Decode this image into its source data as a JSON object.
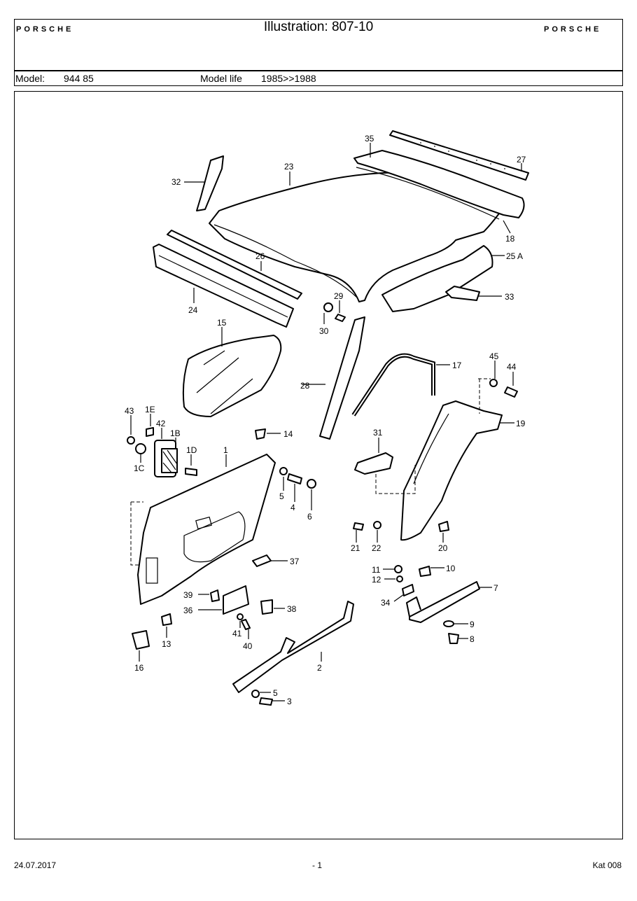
{
  "header": {
    "brand_left": "PORSCHE",
    "brand_right": "PORSCHE",
    "title": "Illustration: 807-10",
    "model_label": "Model:",
    "model_value": "944 85",
    "model_life_label": "Model life",
    "model_life_value": "1985>>1988"
  },
  "callouts": {
    "c1": "1",
    "c1b": "1B",
    "c1c": "1C",
    "c1d": "1D",
    "c1e": "1E",
    "c2": "2",
    "c3": "3",
    "c4": "4",
    "c5a": "5",
    "c5b": "5",
    "c6": "6",
    "c7": "7",
    "c8": "8",
    "c9": "9",
    "c10": "10",
    "c11": "11",
    "c12": "12",
    "c13": "13",
    "c14": "14",
    "c15": "15",
    "c16": "16",
    "c17": "17",
    "c18": "18",
    "c19": "19",
    "c20": "20",
    "c21": "21",
    "c22": "22",
    "c23": "23",
    "c24": "24",
    "c25a": "25 A",
    "c26": "26",
    "c27": "27",
    "c28": "28",
    "c29": "29",
    "c30": "30",
    "c31": "31",
    "c32": "32",
    "c33": "33",
    "c34": "34",
    "c35": "35",
    "c36": "36",
    "c37": "37",
    "c38": "38",
    "c39": "39",
    "c40": "40",
    "c41": "41",
    "c42": "42",
    "c43": "43",
    "c44": "44",
    "c45": "45"
  },
  "footer": {
    "date": "24.07.2017",
    "page": "- 1",
    "catalog": "Kat 008"
  }
}
